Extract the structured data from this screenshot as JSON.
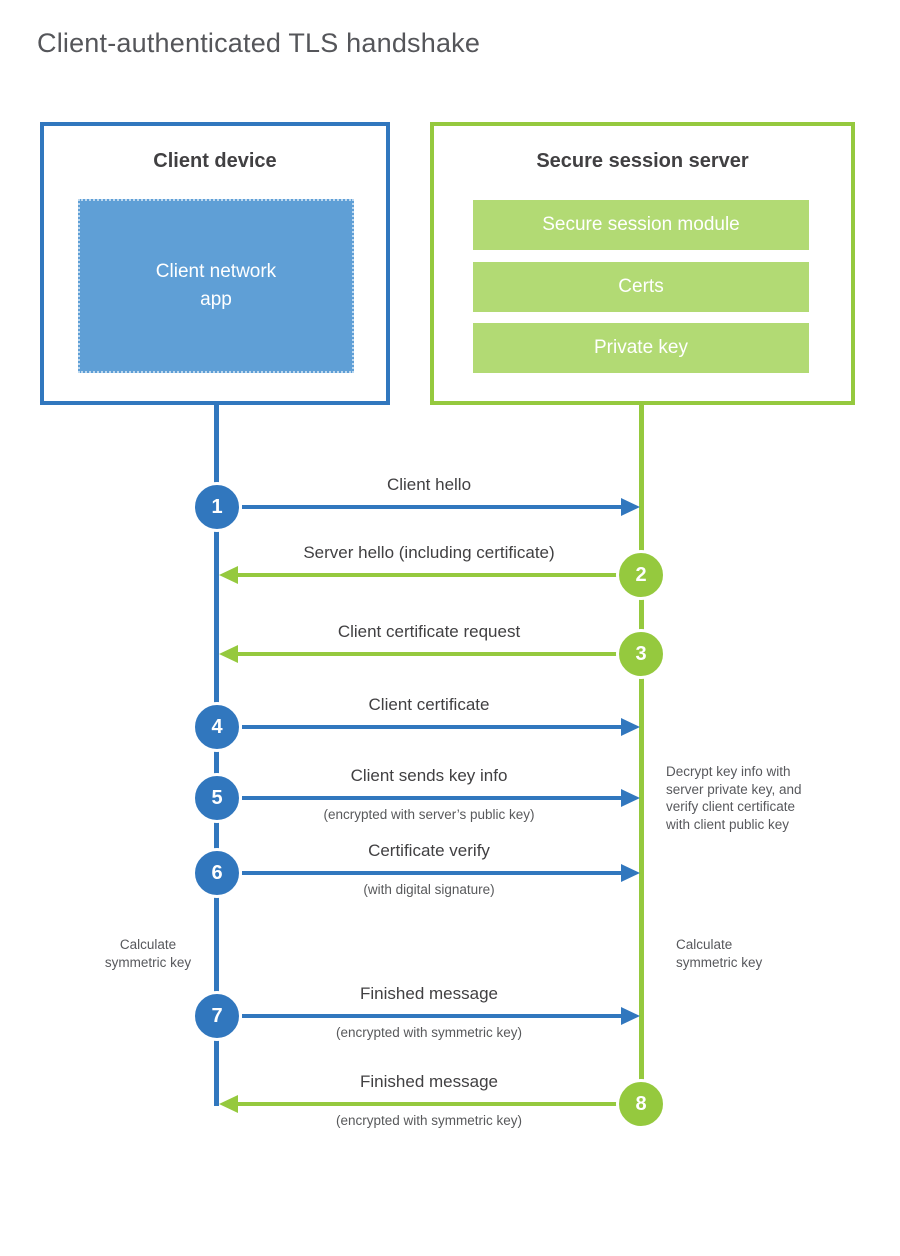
{
  "title": "Client-authenticated TLS handshake",
  "colors": {
    "blue": "#3177be",
    "blue_fill": "#5f9fd6",
    "green": "#95c93e",
    "green_fill": "#b2da74"
  },
  "client": {
    "title": "Client device",
    "app_lines": [
      "Client network",
      "app"
    ]
  },
  "server": {
    "title": "Secure session server",
    "modules": [
      "Secure session module",
      "Certs",
      "Private key"
    ]
  },
  "steps": [
    {
      "num": "1",
      "actor": "client",
      "label": "Client hello",
      "sublabel": ""
    },
    {
      "num": "2",
      "actor": "server",
      "label": "Server hello (including certificate)",
      "sublabel": ""
    },
    {
      "num": "3",
      "actor": "server",
      "label": "Client certificate request",
      "sublabel": ""
    },
    {
      "num": "4",
      "actor": "client",
      "label": "Client certificate",
      "sublabel": ""
    },
    {
      "num": "5",
      "actor": "client",
      "label": "Client sends key info",
      "sublabel": "(encrypted with server’s public key)"
    },
    {
      "num": "6",
      "actor": "client",
      "label": "Certificate verify",
      "sublabel": "(with digital signature)"
    },
    {
      "num": "7",
      "actor": "client",
      "label": "Finished message",
      "sublabel": "(encrypted with symmetric key)"
    },
    {
      "num": "8",
      "actor": "server",
      "label": "Finished message",
      "sublabel": "(encrypted with symmetric key)"
    }
  ],
  "notes": {
    "decrypt_lines": [
      "Decrypt key info with",
      "server private key, and",
      "verify client certificate",
      "with client public key"
    ],
    "calc_lines": [
      "Calculate",
      "symmetric key"
    ]
  }
}
